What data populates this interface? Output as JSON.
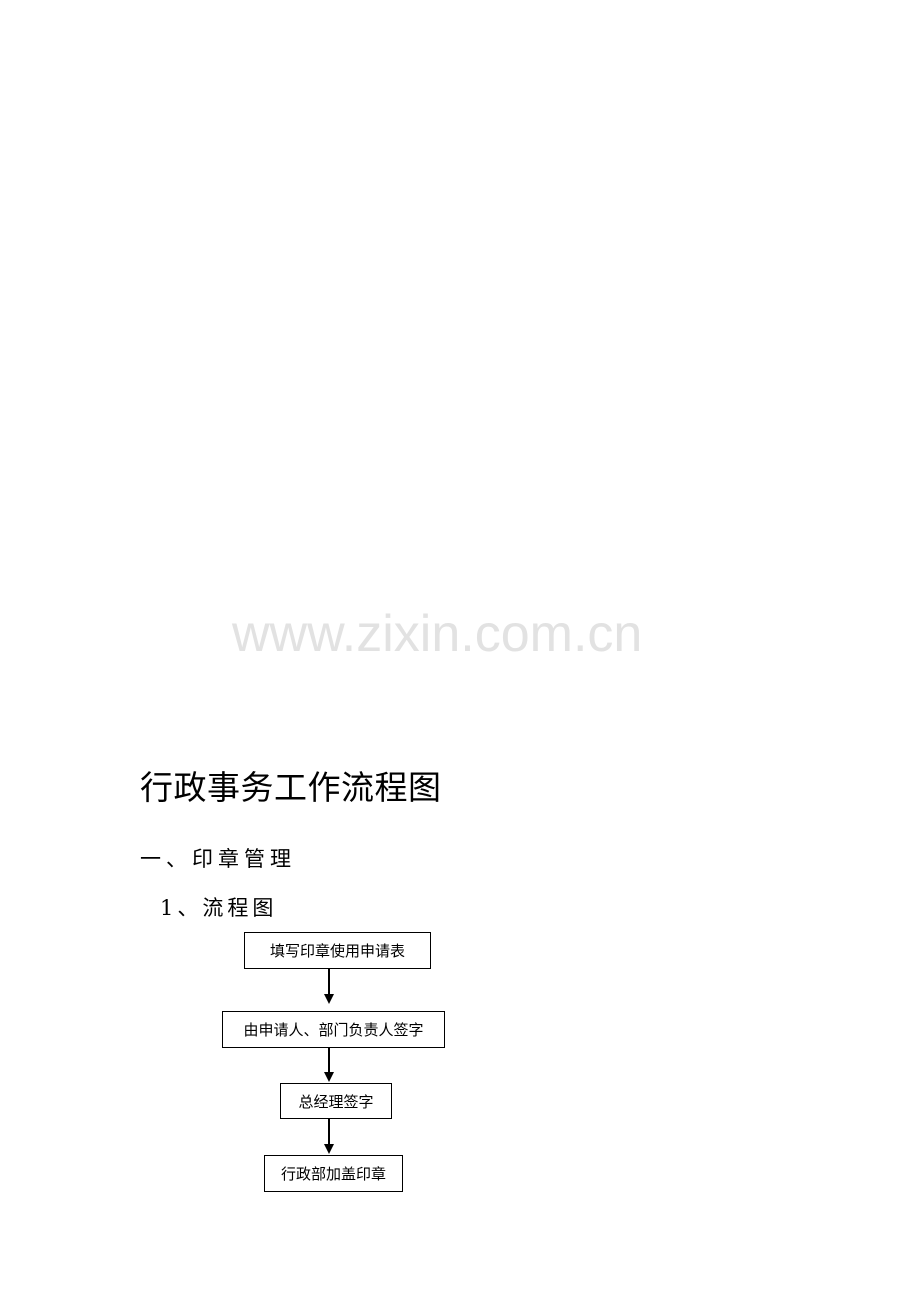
{
  "watermark": "www.zixin.com.cn",
  "document": {
    "title": "行政事务工作流程图",
    "section": "一、印章管理",
    "subsection": "1、流程图"
  },
  "flowchart": {
    "steps": [
      {
        "label": "填写印章使用申请表"
      },
      {
        "label": "由申请人、部门负责人签字"
      },
      {
        "label": "总经理签字"
      },
      {
        "label": "行政部加盖印章"
      }
    ],
    "line_color": "#000000"
  }
}
